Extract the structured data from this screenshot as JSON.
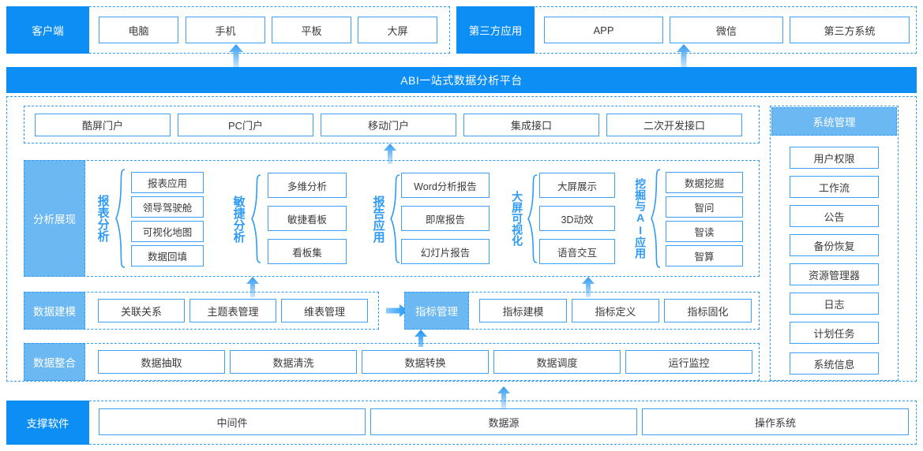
{
  "colors": {
    "primary": "#0d8ef5",
    "light_blue": "#6cb8f2",
    "border_blue": "#3f9ff5",
    "dash_blue": "#2f9bf5"
  },
  "top": {
    "client": {
      "label": "客户端",
      "items": [
        "电脑",
        "手机",
        "平板",
        "大屏"
      ]
    },
    "third_party": {
      "label": "第三方应用",
      "items": [
        "APP",
        "微信",
        "第三方系统"
      ]
    }
  },
  "platform": {
    "title": "ABI一站式数据分析平台"
  },
  "portal": {
    "items": [
      "酷屏门户",
      "PC门户",
      "移动门户",
      "集成接口",
      "二次开发接口"
    ]
  },
  "analysis": {
    "label": "分析展现",
    "groups": [
      {
        "name": "报表分析",
        "items": [
          "报表应用",
          "领导驾驶舱",
          "可视化地图",
          "数据回填"
        ]
      },
      {
        "name": "敏捷分析",
        "items": [
          "多维分析",
          "敏捷看板",
          "看板集"
        ]
      },
      {
        "name": "报告应用",
        "items": [
          "Word分析报告",
          "即席报告",
          "幻灯片报告"
        ]
      },
      {
        "name": "大屏可视化",
        "items": [
          "大屏展示",
          "3D动效",
          "语音交互"
        ]
      },
      {
        "name": "挖掘与AI应用",
        "items": [
          "数据挖掘",
          "智问",
          "智读",
          "智算"
        ]
      }
    ]
  },
  "modeling": {
    "label": "数据建模",
    "items": [
      "关联关系",
      "主题表管理",
      "维表管理"
    ],
    "metric_label": "指标管理",
    "metric_items": [
      "指标建模",
      "指标定义",
      "指标固化"
    ]
  },
  "integration": {
    "label": "数据整合",
    "items": [
      "数据抽取",
      "数据清洗",
      "数据转换",
      "数据调度",
      "运行监控"
    ]
  },
  "system": {
    "label": "系统管理",
    "items": [
      "用户权限",
      "工作流",
      "公告",
      "备份恢复",
      "资源管理器",
      "日志",
      "计划任务",
      "系统信息"
    ]
  },
  "support": {
    "label": "支撑软件",
    "items": [
      "中间件",
      "数据源",
      "操作系统"
    ]
  }
}
